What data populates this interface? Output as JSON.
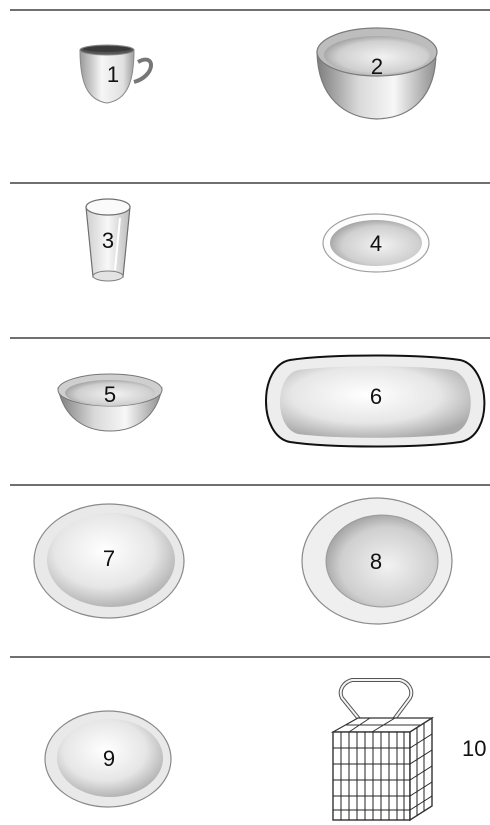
{
  "items": [
    {
      "number": "1",
      "icon": "cup-icon"
    },
    {
      "number": "2",
      "icon": "bowl-icon"
    },
    {
      "number": "3",
      "icon": "glass-icon"
    },
    {
      "number": "4",
      "icon": "small-dish-icon"
    },
    {
      "number": "5",
      "icon": "small-bowl-icon"
    },
    {
      "number": "6",
      "icon": "oval-platter-icon"
    },
    {
      "number": "7",
      "icon": "flat-plate-icon"
    },
    {
      "number": "8",
      "icon": "deep-plate-icon"
    },
    {
      "number": "9",
      "icon": "dessert-plate-icon"
    },
    {
      "number": "10",
      "icon": "cutlery-basket-icon"
    }
  ],
  "colors": {
    "line": "#1a1a1a",
    "dish_light": "#f4f4f4",
    "dish_mid": "#c9c9c9",
    "dish_dark": "#8a8a8a"
  }
}
